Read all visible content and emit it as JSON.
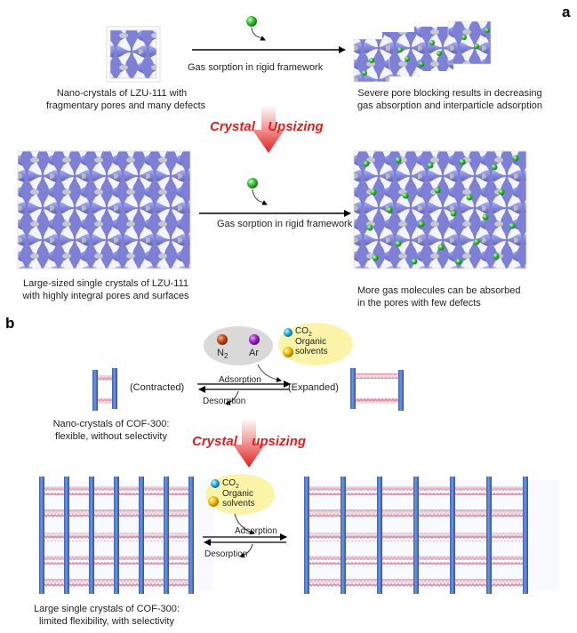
{
  "panel_a": {
    "label": "a",
    "top_arrow_text": "Gas sorption in rigid framework",
    "top_left_caption": [
      "Nano-crystals of LZU-111 with",
      "fragmentary pores and many defects"
    ],
    "top_right_caption": [
      "Severe pore blocking results in decreasing",
      "gas absorption and interparticle adsorption"
    ],
    "upsizing": [
      "Crystal",
      "Upsizing"
    ],
    "bottom_arrow_text": "Gas sorption in rigid framework",
    "bottom_left_caption": [
      "Large-sized single crystals of LZU-111",
      "with highly integral pores and surfaces"
    ],
    "bottom_right_caption": [
      "More gas molecules can be absorbed",
      "in the pores with few defects"
    ]
  },
  "panel_b": {
    "label": "b",
    "gas_n2": "N",
    "gas_n2_sub": "2",
    "gas_ar": "Ar",
    "co2": "CO",
    "co2_sub": "2",
    "organic": [
      "Organic",
      "solvents"
    ],
    "contracted": "(Contracted)",
    "expanded": "(Expanded)",
    "adsorption": "Adsorption",
    "desorption": "Desorption",
    "top_left_caption": [
      "Nano-crystals of COF-300:",
      "flexible, without selectivity"
    ],
    "upsizing": [
      "Crystal",
      "upsizing"
    ],
    "bottom_left_caption": [
      "Large single crystals of COF-300:",
      "limited flexibility, with selectivity"
    ]
  },
  "colors": {
    "framework": "#8f8fe0",
    "gas": "#3dc43d",
    "arrow_red": "#e0201e",
    "pillar": "#4f78c8",
    "link": "#d99aa8",
    "ellipse_grey": "#d9d9d9",
    "ellipse_yellow": "#fbf3a8"
  }
}
